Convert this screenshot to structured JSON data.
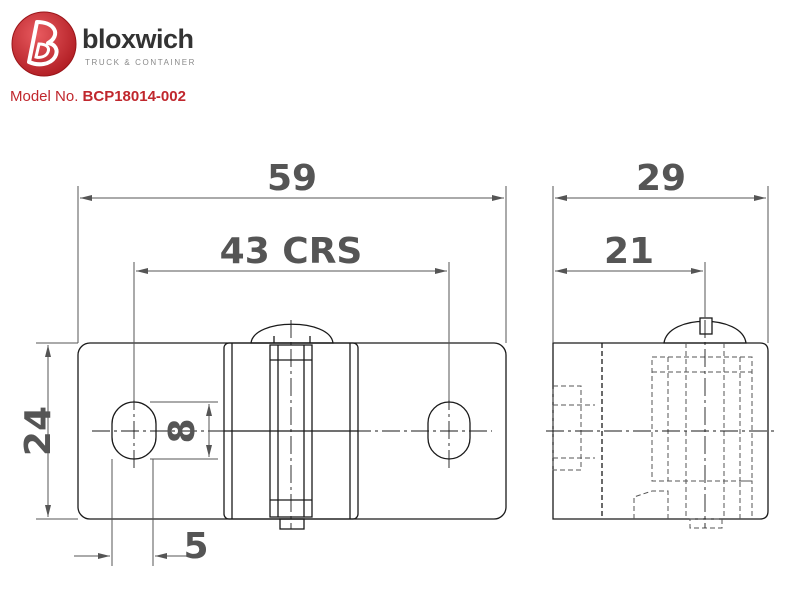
{
  "brand": {
    "name": "bloxwich",
    "tagline": "TRUCK & CONTAINER",
    "logo_icon": "b-letter-circle-icon",
    "logo_color": "#c0272d"
  },
  "model": {
    "label": "Model No.",
    "value": "BCP18014-002"
  },
  "dimensions": {
    "overall_length": "59",
    "centres": "43 CRS",
    "height": "24",
    "slot_height": "8",
    "slot_width": "5",
    "side_width": "29",
    "side_offset": "21"
  },
  "colors": {
    "line": "#1a1a1a",
    "dimension": "#555555",
    "accent": "#c0272d"
  }
}
